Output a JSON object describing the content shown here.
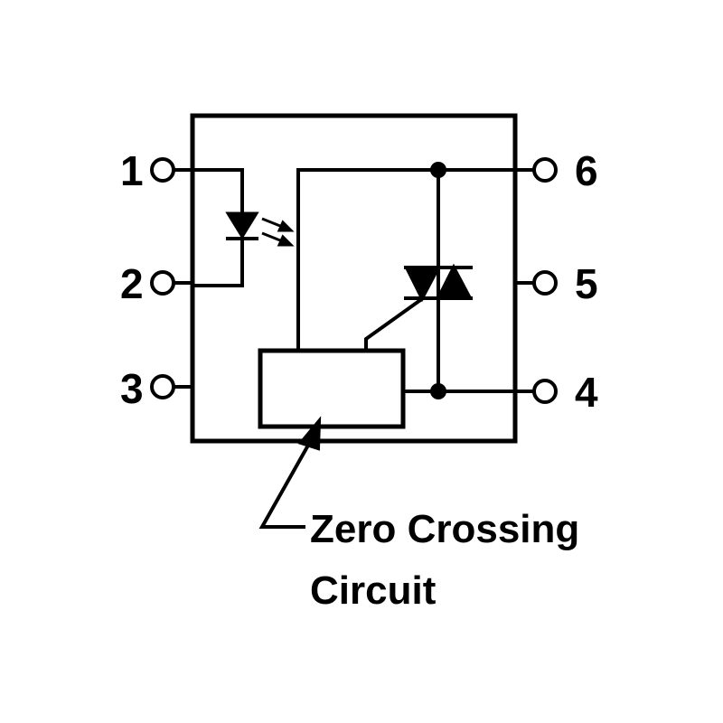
{
  "pins": {
    "p1": "1",
    "p2": "2",
    "p3": "3",
    "p4": "4",
    "p5": "5",
    "p6": "6"
  },
  "caption": {
    "line1": "Zero Crossing",
    "line2": "Circuit"
  },
  "components": {
    "input": "led-icon",
    "output": "triac-icon",
    "block": "zero-crossing-circuit-block"
  },
  "colors": {
    "ink": "#000000",
    "background": "#ffffff"
  }
}
